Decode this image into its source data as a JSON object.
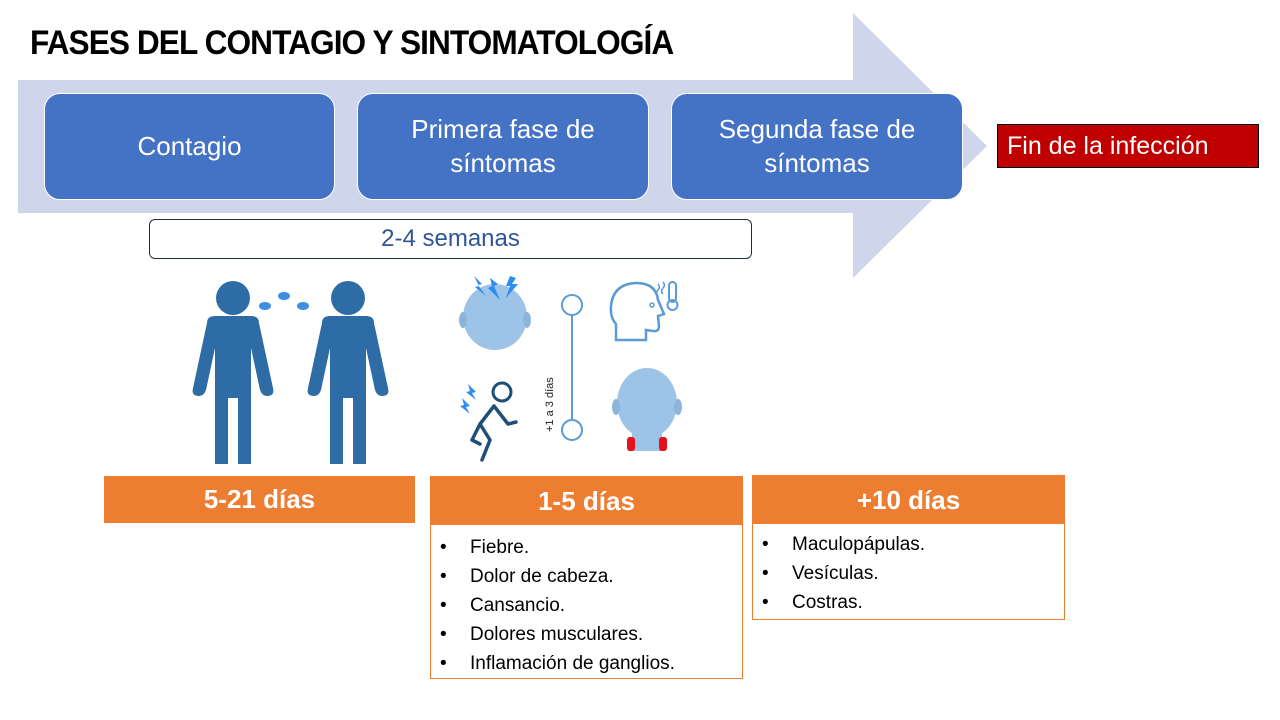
{
  "title": "FASES DEL CONTAGIO Y SINTOMATOLOGÍA",
  "phases": [
    {
      "label": "Contagio"
    },
    {
      "label": "Primera fase de síntomas",
      "line1": "Primera fase de",
      "line2": "síntomas"
    },
    {
      "label": "Segunda fase de síntomas",
      "line1": "Segunda fase de",
      "line2": "síntomas"
    }
  ],
  "end_label": "Fin de la infección",
  "duration_total": "2-4 semanas",
  "icons": {
    "contagion": "two-people-transmission-icon",
    "symptoms": [
      "headache-icon",
      "fever-icon",
      "muscle-pain-icon",
      "swollen-glands-icon"
    ],
    "timeline_label": "+1 a 3 días"
  },
  "stages": [
    {
      "duration": "5-21 días",
      "items": []
    },
    {
      "duration": "1-5 días",
      "items": [
        "Fiebre.",
        "Dolor de cabeza.",
        "Cansancio.",
        "Dolores musculares.",
        "Inflamación de ganglios."
      ]
    },
    {
      "duration": "+10 días",
      "items": [
        "Maculopápulas.",
        "Vesículas.",
        "Costras."
      ]
    }
  ],
  "colors": {
    "arrow": "#cfd5ea",
    "phase_box": "#4472c4",
    "end_box": "#c00000",
    "stage_header": "#ed7d31",
    "weeks_text": "#2f5597",
    "icon_dark": "#2e6ca6",
    "icon_light": "#9dc3e6"
  }
}
